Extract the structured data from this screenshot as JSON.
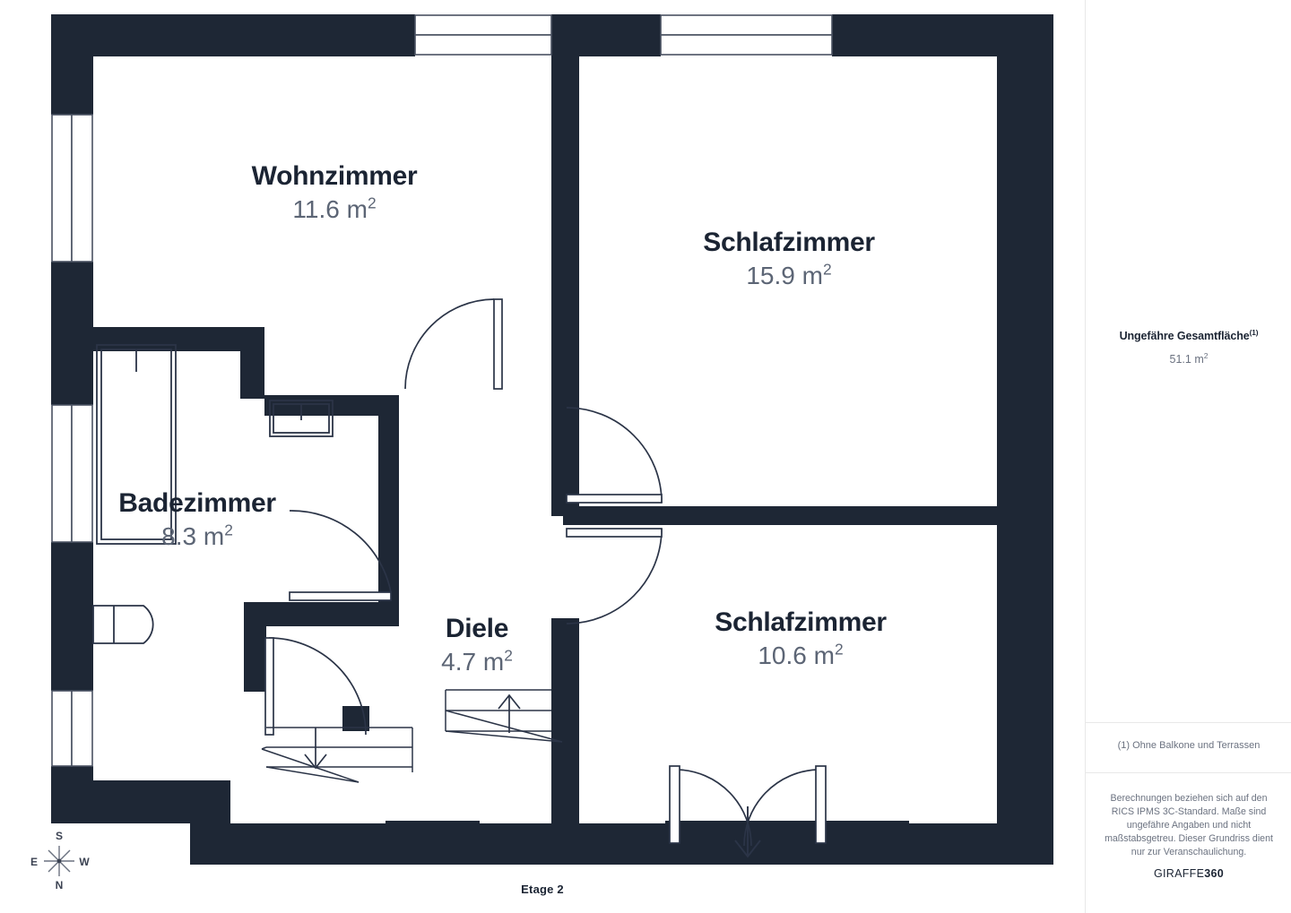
{
  "plan": {
    "floor_caption": "Etage 2",
    "wall_color": "#1e2735",
    "fixture_line_color": "#2b3447",
    "background": "#ffffff",
    "rooms": [
      {
        "id": "wohnzimmer",
        "name": "Wohnzimmer",
        "area": "11.6",
        "unit": "m",
        "exp": "2"
      },
      {
        "id": "schlafzimmer_1",
        "name": "Schlafzimmer",
        "area": "15.9",
        "unit": "m",
        "exp": "2"
      },
      {
        "id": "badezimmer",
        "name": "Badezimmer",
        "area": "8.3",
        "unit": "m",
        "exp": "2"
      },
      {
        "id": "diele",
        "name": "Diele",
        "area": "4.7",
        "unit": "m",
        "exp": "2"
      },
      {
        "id": "schlafzimmer_2",
        "name": "Schlafzimmer",
        "area": "10.6",
        "unit": "m",
        "exp": "2"
      }
    ]
  },
  "compass": {
    "top": "S",
    "right": "W",
    "bottom": "N",
    "left": "E"
  },
  "panel": {
    "total_title": "Ungefähre Gesamtfläche",
    "total_title_marker": "(1)",
    "total_value": "51.1",
    "total_unit": "m",
    "total_exp": "2",
    "footnote": "(1) Ohne Balkone und Terrassen",
    "disclaimer": "Berechnungen beziehen sich auf den RICS IPMS 3C-Standard. Maße sind ungefähre Angaben und nicht maßstabsgetreu. Dieser Grundriss dient nur zur Veranschaulichung.",
    "brand_primary": "GIRAFFE",
    "brand_secondary": "360"
  }
}
